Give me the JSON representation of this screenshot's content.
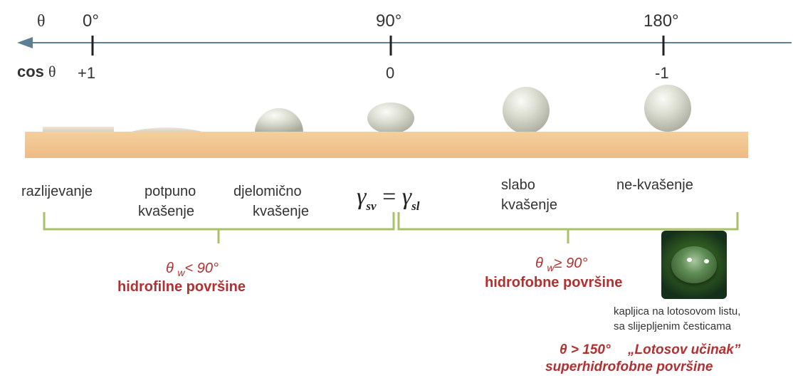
{
  "axis": {
    "theta_label": "θ",
    "cos_label": "cos",
    "cos_symbol": "θ",
    "angles": [
      "0°",
      "90°",
      "180°"
    ],
    "cosines": [
      "+1",
      "0",
      "-1"
    ]
  },
  "regimes": {
    "spreading": "razlijevanje",
    "complete_1": "potpuno",
    "complete_2": "kvašenje",
    "partial_1": "djelomično",
    "partial_2": "kvašenje",
    "weak_1": "slabo",
    "weak_2": "kvašenje",
    "non_wetting": "ne-kvašenje"
  },
  "equation": {
    "gamma": "γ",
    "sub_left": "sv",
    "equals": "=",
    "sub_right": "sl"
  },
  "hydrophilic": {
    "theta": "θ",
    "sub": "w",
    "condition": "< 90°",
    "title": "hidrofilne površine"
  },
  "hydrophobic": {
    "theta": "θ",
    "sub": "w",
    "condition": "≥ 90°",
    "title": "hidrofobne površine"
  },
  "lotus": {
    "caption_1": "kapljica na lotosovom listu,",
    "caption_2": "sa slijepljenim česticama",
    "condition": "θ > 150°",
    "effect": "„Lotosov učinak”",
    "title": "superhidrofobne površine"
  },
  "colors": {
    "axis": "#5b7f95",
    "surface": "#f2c591",
    "bracket": "#a9c26a",
    "accent": "#b23030",
    "droplet": "#d0d3c6"
  }
}
